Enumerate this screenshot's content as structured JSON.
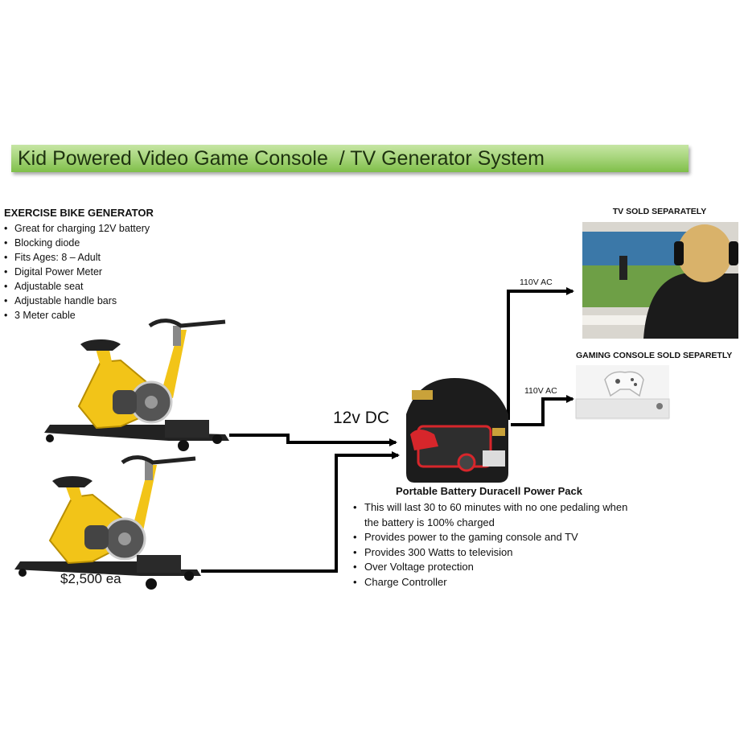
{
  "title": "Kid Powered Video Game Console  / TV Generator System",
  "bike_generator": {
    "heading": "EXERCISE BIKE GENERATOR",
    "features": [
      "Great for charging 12V battery",
      "Blocking diode",
      "Fits Ages: 8 – Adult",
      "Digital Power Meter",
      "Adjustable seat",
      "Adjustable handle bars",
      "3 Meter cable"
    ],
    "price": "$2,500 ea"
  },
  "dc_label": "12v DC",
  "ac_label_tv": "110V AC",
  "ac_label_console": "110V AC",
  "tv_caption": "TV SOLD SEPARATELY",
  "console_caption": "GAMING CONSOLE SOLD SEPARETLY",
  "power_pack": {
    "heading": "Portable Battery Duracell Power Pack",
    "features": [
      "This will last 30 to 60 minutes with no one pedaling when the battery is 100% charged",
      "Provides power to the gaming console and TV",
      "Provides 300 Watts to television",
      "Over Voltage protection",
      "Charge Controller"
    ]
  },
  "colors": {
    "bike_frame": "#f2c418",
    "banner_green": "#8cc85a",
    "power_pack_red": "#d7262b",
    "wire": "#000000"
  }
}
